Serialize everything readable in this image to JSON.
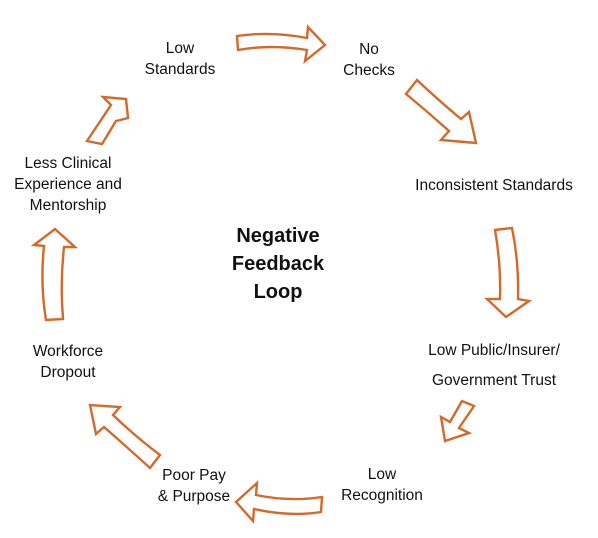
{
  "center_title": [
    "Negative",
    "Feedback",
    "Loop"
  ],
  "nodes": {
    "low_standards": [
      "Low",
      "Standards"
    ],
    "no_checks": [
      "No",
      "Checks"
    ],
    "inconsistent_standards": [
      "Inconsistent Standards"
    ],
    "low_trust": [
      "Low Public/Insurer/",
      "Government Trust"
    ],
    "low_recognition": [
      "Low",
      "Recognition"
    ],
    "poor_pay_purpose": [
      "Poor Pay",
      "& Purpose"
    ],
    "workforce_dropout": [
      "Workforce",
      "Dropout"
    ],
    "less_experience": [
      "Less Clinical",
      "Experience and",
      "Mentorship"
    ]
  },
  "colors": {
    "arrow_outline": "#d3692a",
    "arrow_fill": "#ffffff",
    "text": "#111111"
  }
}
